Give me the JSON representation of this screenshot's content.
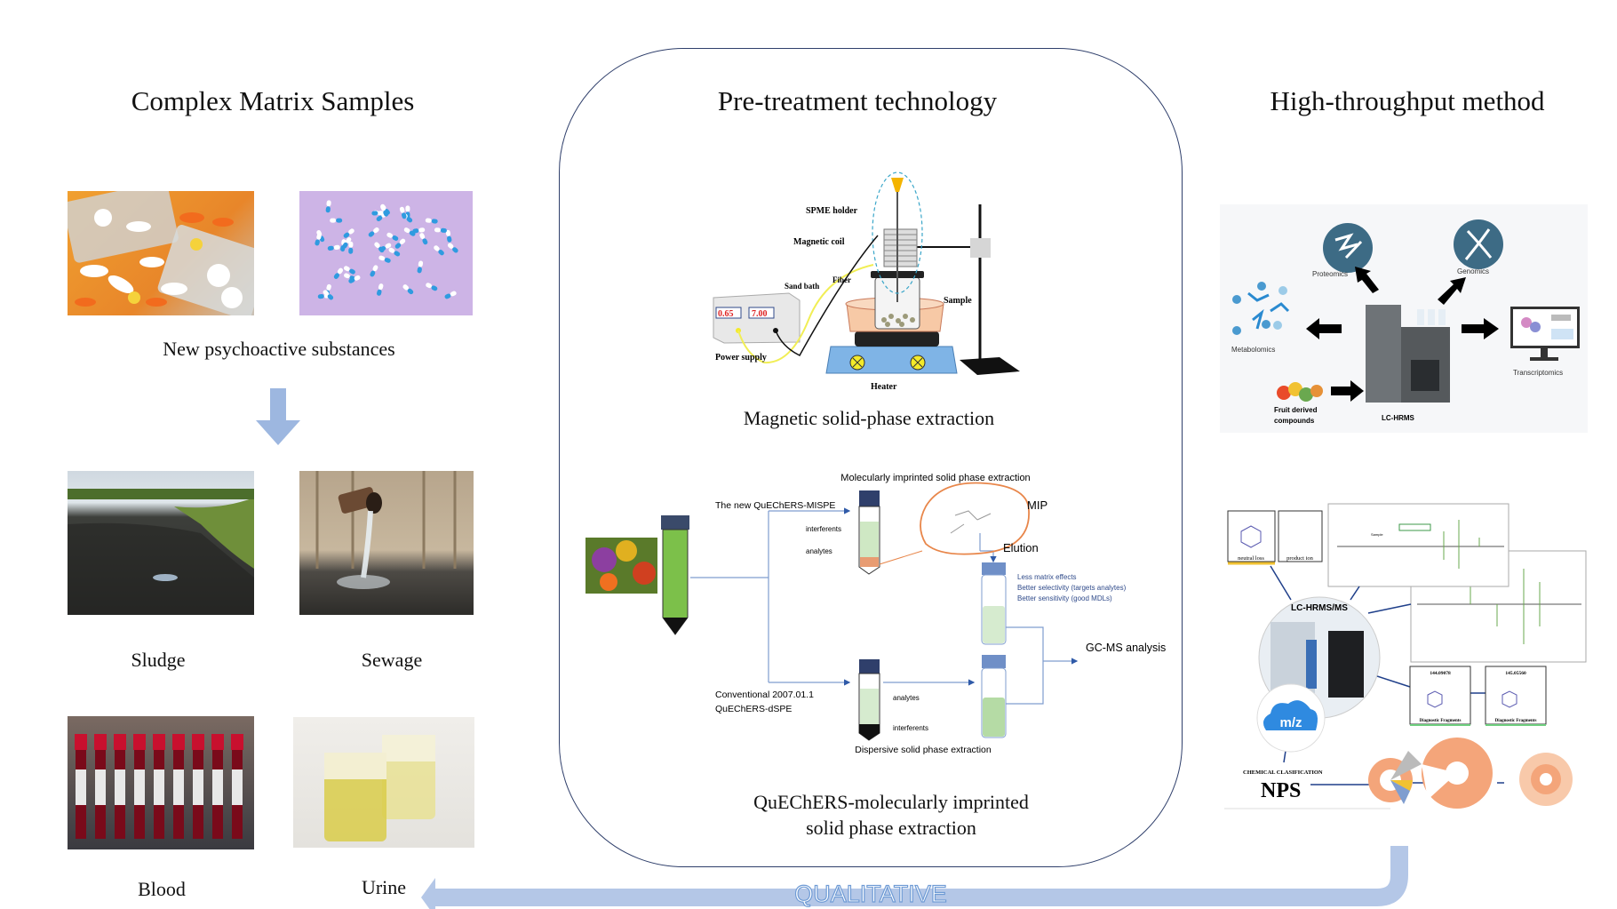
{
  "left": {
    "title": "Complex Matrix Samples",
    "captions": {
      "nps": "New psychoactive substances",
      "sludge": "Sludge",
      "sewage": "Sewage",
      "blood": "Blood",
      "urine": "Urine"
    }
  },
  "middle": {
    "title": "Pre-treatment technology",
    "mspe": {
      "caption": "Magnetic solid-phase extraction",
      "labels": {
        "spme_holder": "SPME holder",
        "magnetic_coil": "Magnetic coil",
        "fiber": "Fiber",
        "sand_bath": "Sand bath",
        "sample": "Sample",
        "power_supply": "Power supply",
        "heater": "Heater",
        "display_1": "0.65",
        "display_2": "7.00"
      }
    },
    "quechers": {
      "caption_line1": "QuEChERS-molecularly imprinted",
      "caption_line2": "solid phase extraction",
      "labels": {
        "top_title": "Molecularly imprinted solid phase extraction",
        "new_method": "The new QuEChERS-MISPE",
        "interferents_top": "interferents",
        "analytes_top": "analytes",
        "mip": "MIP",
        "elution": "Elution",
        "benefit_1": "Less matrix effects",
        "benefit_2": "Better selectivity (targets analytes)",
        "benefit_3": "Better sensitivity (good MDLs)",
        "gcms": "GC-MS analysis",
        "conventional_1": "Conventional 2007.01.1",
        "conventional_2": "QuEChERS-dSPE",
        "analytes_bottom": "analytes",
        "interferents_bottom": "interferents",
        "bottom_title": "Dispersive solid phase extraction"
      }
    }
  },
  "right": {
    "title": "High-throughput method",
    "omics": {
      "proteomics": "Proteomics",
      "genomics": "Genomics",
      "metabolomics": "Metabolomics",
      "transcriptomics": "Transcriptomics",
      "fruit_1": "Fruit derived",
      "fruit_2": "compounds",
      "instrument": "LC-HRMS"
    },
    "nps_panel": {
      "neutral_loss": "neutral loss",
      "product_ion": "product ion",
      "instrument": "LC-HRMS/MS",
      "mz": "m/z",
      "classification": "CHEMICAL CLASIFICATION",
      "nps": "NPS",
      "spectrum_sample": "Sample",
      "fragment_1_mass": "144.09078",
      "fragment_2_mass": "145.05560",
      "fragment_label": "Diagnostic Fragments"
    }
  },
  "flow_arrow": {
    "label": "QUALITATIVE",
    "color": "#b4c7e7"
  },
  "colors": {
    "box_border": "#2f3f6b",
    "down_arrow": "#9db7e0",
    "icon_teal": "#3d6b85",
    "mip_orange": "#e8864a"
  }
}
